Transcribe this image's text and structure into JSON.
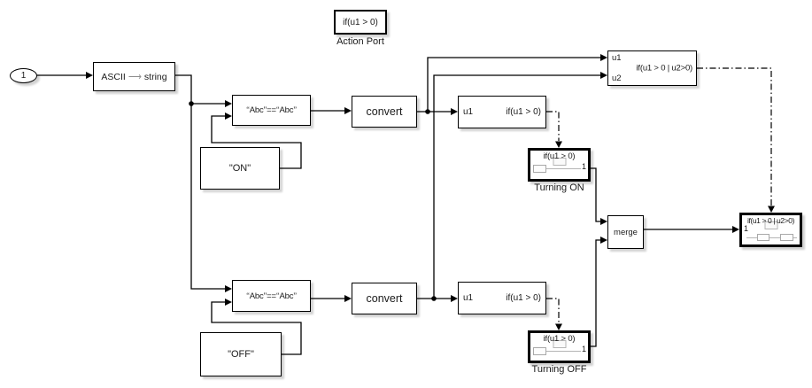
{
  "colors": {
    "background": "#ffffff",
    "wire": "#000000",
    "block_fill": "#ffffff",
    "block_border": "#000000",
    "muted_gray": "#8c8c8c"
  },
  "blocks": {
    "inport": {
      "label": "1"
    },
    "ascii": {
      "pre": "ASCII",
      "arrow_icon": "⟶",
      "post": "string"
    },
    "action_port": {
      "label": "if(u1 > 0)",
      "caption": "Action Port"
    },
    "compare_on": {
      "label": "‘‘Abc’’==‘‘Abc’’"
    },
    "constant_on": {
      "label": "\"ON\""
    },
    "convert_on": {
      "label": "convert"
    },
    "if_on": {
      "port": "u1",
      "label": "if(u1 > 0)"
    },
    "turning_on": {
      "header": "if(u1 > 0)",
      "value": "1",
      "caption": "Turning ON"
    },
    "compare_off": {
      "label": "‘‘Abc’’==‘‘Abc’’"
    },
    "constant_off": {
      "label": "\"OFF\""
    },
    "convert_off": {
      "label": "convert"
    },
    "if_off": {
      "port": "u1",
      "label": "if(u1 > 0)"
    },
    "turning_off": {
      "header": "if(u1 > 0)",
      "value": "1",
      "caption": "Turning OFF"
    },
    "big_if": {
      "port1": "u1",
      "port2": "u2",
      "label": "if(u1 > 0 | u2>0)"
    },
    "merge": {
      "label": "merge"
    },
    "final_subsystem": {
      "header": "if(u1 > 0 | u2>0)",
      "value": "1"
    }
  }
}
